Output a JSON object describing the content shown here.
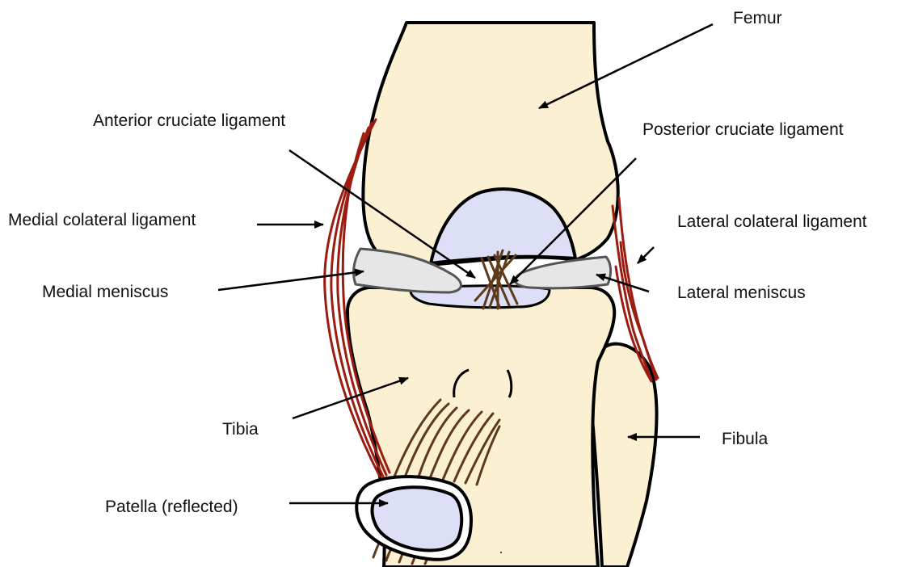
{
  "labels": {
    "femur": "Femur",
    "acl": "Anterior cruciate ligament",
    "pcl": "Posterior cruciate ligament",
    "mcl": "Medial colateral ligament",
    "lcl": "Lateral colateral ligament",
    "medial_meniscus": "Medial meniscus",
    "lateral_meniscus": "Lateral meniscus",
    "tibia": "Tibia",
    "fibula": "Fibula",
    "patella": "Patella (reflected)"
  },
  "colors": {
    "bone": "#fcf0d2",
    "cartilage": "#dcdff5",
    "meniscus": "#e6e6e6",
    "ligament_red": "#9b1c10",
    "tendon_brown": "#5c3a1a",
    "outline": "#000000",
    "text": "#111111"
  }
}
